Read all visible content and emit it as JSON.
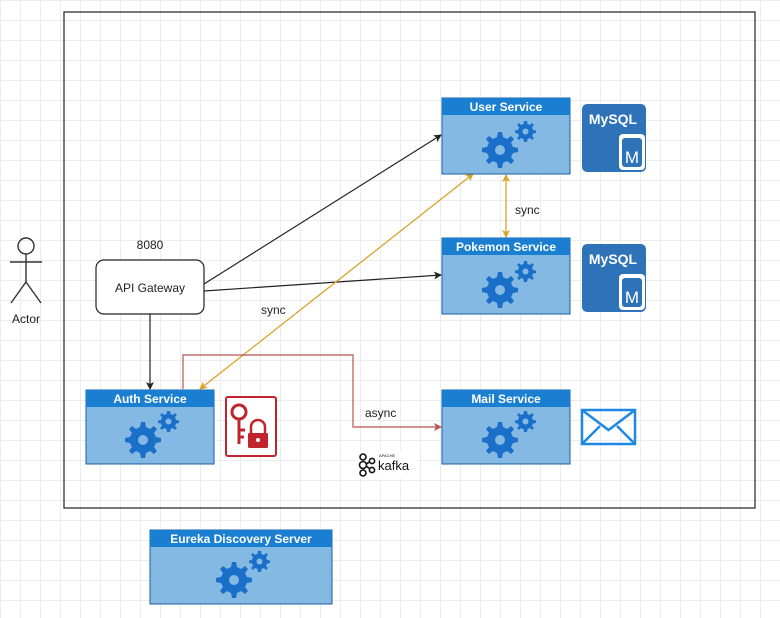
{
  "actor": {
    "label": "Actor"
  },
  "gateway": {
    "label": "API Gateway",
    "port": "8080"
  },
  "services": {
    "user": {
      "title": "User Service"
    },
    "pokemon": {
      "title": "Pokemon Service"
    },
    "auth": {
      "title": "Auth Service"
    },
    "mail": {
      "title": "Mail Service"
    },
    "eureka": {
      "title": "Eureka Discovery Server"
    }
  },
  "databases": {
    "user_db": {
      "label": "MySQL",
      "badge": "M"
    },
    "pokemon_db": {
      "label": "MySQL",
      "badge": "M"
    }
  },
  "edges": {
    "user_pokemon": {
      "label": "sync"
    },
    "gateway_auth_user": {
      "label": "sync"
    },
    "auth_mail": {
      "label": "async"
    }
  },
  "kafka": {
    "label": "kafka",
    "small": "APACHE"
  },
  "colors": {
    "service_fill": "#84b9e4",
    "service_title": "#1a7fd1",
    "mysql": "#2e73b8",
    "sync_arrow": "#d9a22a",
    "async_arrow": "#b85450",
    "auth_icon": "#c0242c",
    "mail_icon": "#1e88e5"
  },
  "icons": [
    "person-icon",
    "gears-icon",
    "mysql-db-icon",
    "key-lock-icon",
    "kafka-logo",
    "mail-envelope-icon"
  ]
}
